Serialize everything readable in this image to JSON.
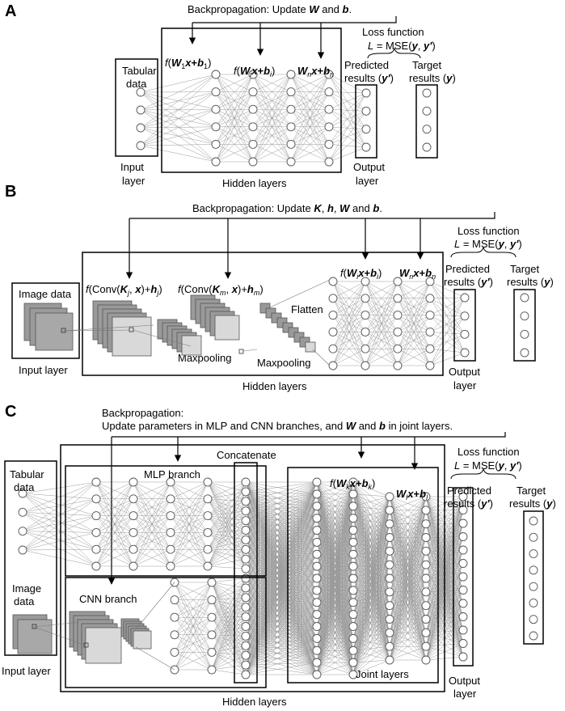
{
  "panels": {
    "A": {
      "label": "A",
      "backprop_prefix": "Backpropagation: Update ",
      "backprop_W": "W",
      "backprop_and": " and ",
      "backprop_b": "b",
      "backprop_end": ".",
      "loss_title": "Loss function",
      "loss_eq_prefix": "L = MSE(",
      "loss_y": "y",
      "loss_yp": "y'",
      "loss_comma": ", ",
      "loss_close": ")",
      "input_box_line1": "Tabular",
      "input_box_line2": "data",
      "input_layer_line1": "Input",
      "input_layer_line2": "layer",
      "formula1": "f(W1x+b1)",
      "formula2": "f(Wix+bi)",
      "formula3": "Wnx+bn",
      "hidden_label": "Hidden layers",
      "predicted_line1": "Predicted",
      "predicted_line2": "results (y')",
      "target_line1": "Target",
      "target_line2": "results (y)",
      "output_line1": "Output",
      "output_line2": "layer"
    },
    "B": {
      "label": "B",
      "backprop_prefix": "Backpropagation:  Update ",
      "backprop_K": "K",
      "backprop_h": "h",
      "backprop_W": "W",
      "backprop_and": " and ",
      "backprop_b": "b",
      "loss_title": "Loss function",
      "image_data": "Image data",
      "input_layer": "Input layer",
      "conv1": "f(Conv(Kj, x)+hj)",
      "conv2": "f(Conv(Km, x)+hm)",
      "flatten": "Flatten",
      "maxpool1": "Maxpooling",
      "maxpool2": "Maxpooling",
      "formula1": "f(Wix+bi)",
      "formula2": "Wnx+bn",
      "hidden_label": "Hidden layers",
      "predicted_line1": "Predicted",
      "predicted_line2": "results (y')",
      "target_line1": "Target",
      "target_line2": "results (y)",
      "output_line1": "Output",
      "output_line2": "layer"
    },
    "C": {
      "label": "C",
      "backprop_line1": "Backpropagation:",
      "backprop_line2_pre": "Update parameters in MLP and CNN branches, and ",
      "backprop_W": "W",
      "backprop_and": " and ",
      "backprop_b": "b",
      "backprop_line2_post": " in joint layers.",
      "concatenate": "Concatenate",
      "mlp_branch": "MLP branch",
      "cnn_branch": "CNN branch",
      "tabular_line1": "Tabular",
      "tabular_line2": "data",
      "image_line1": "Image",
      "image_line2": "data",
      "input_layer": "Input layer",
      "formula1": "f(Wkx+bk)",
      "formula2": "Wlx+bl",
      "joint_layers": "Joint layers",
      "hidden_label": "Hidden layers",
      "loss_title": "Loss function",
      "predicted_line1": "Predicted",
      "predicted_line2": "results (y')",
      "target_line1": "Target",
      "target_line2": "results (y)",
      "output_line1": "Output",
      "output_line2": "layer"
    }
  },
  "colors": {
    "line": "#000000",
    "edge": "#9a9a9a",
    "node_stroke": "#555555",
    "fill_dark": "#9a9a9a",
    "fill_light": "#d9d9d9"
  }
}
